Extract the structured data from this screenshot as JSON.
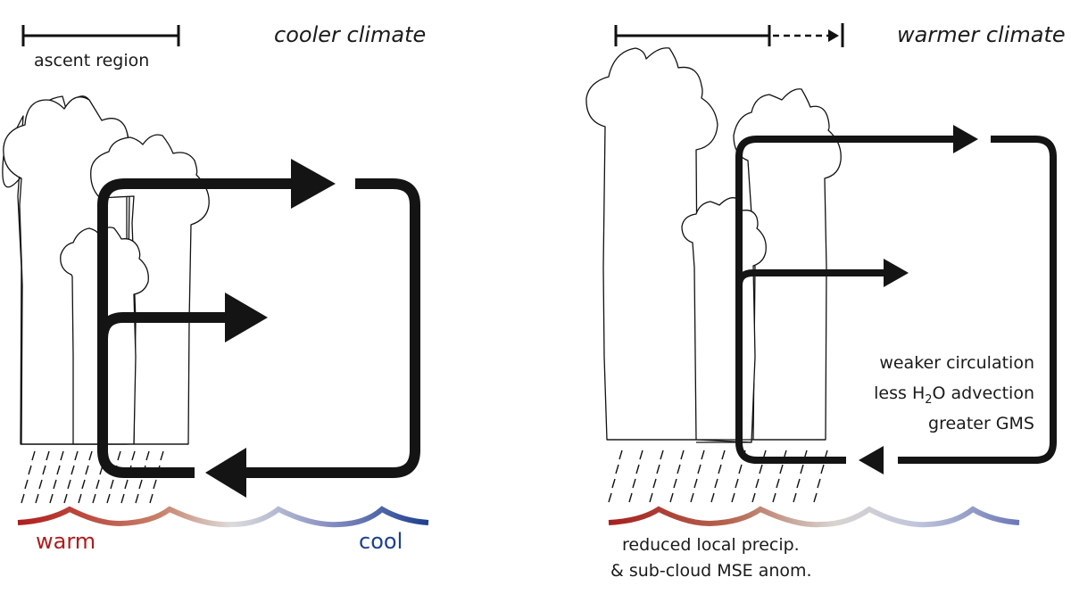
{
  "panels": [
    {
      "id": "cooler",
      "title": "cooler climate",
      "scale_label": "ascent region",
      "surface_labels": {
        "warm": "warm",
        "cool": "cool"
      },
      "surface_colors": {
        "warm": "#b01c1c",
        "cool": "#1c3f8f"
      }
    },
    {
      "id": "warmer",
      "title": "warmer climate",
      "annotation_lines": [
        "weaker circulation",
        "less H",
        "2",
        "O advection",
        "greater GMS"
      ],
      "caption_lines": [
        "reduced local precip.",
        "& sub-cloud MSE anom."
      ],
      "surface_colors": {
        "warm": "#a51f1f",
        "cool": "#6b78b6"
      }
    }
  ]
}
